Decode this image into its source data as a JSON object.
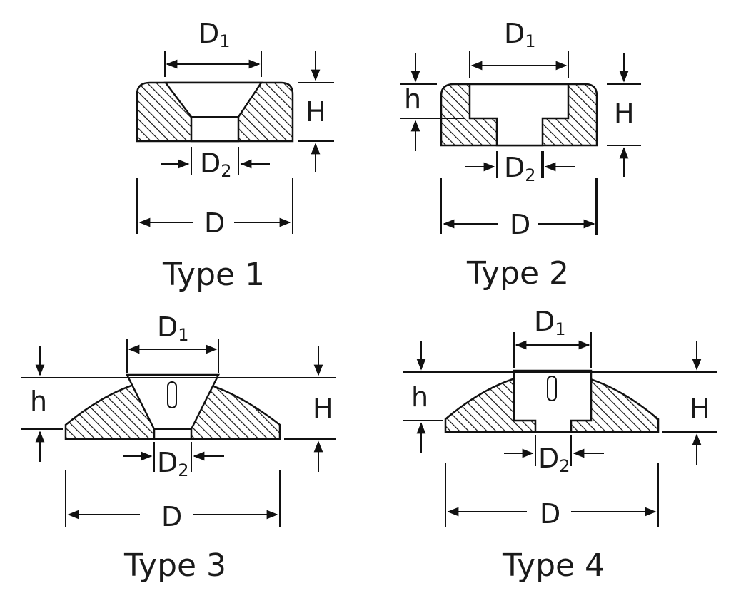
{
  "labels": {
    "D1": "D",
    "D1_sub": "1",
    "D2": "D",
    "D2_sub": "2",
    "D": "D",
    "H": "H",
    "h": "h"
  },
  "types": [
    {
      "title": "Type 1"
    },
    {
      "title": "Type 2"
    },
    {
      "title": "Type 3"
    },
    {
      "title": "Type 4"
    }
  ]
}
